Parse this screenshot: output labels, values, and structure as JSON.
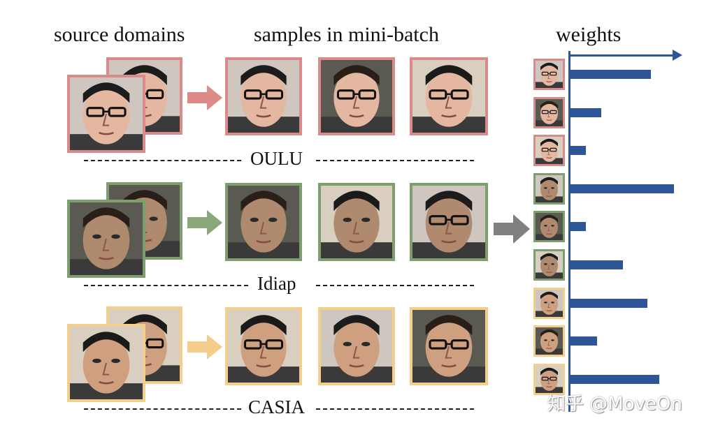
{
  "headers": {
    "source": "source domains",
    "samples": "samples in mini-batch",
    "weights": "weights"
  },
  "domains": [
    {
      "label": "OULU",
      "color": "#d98a8a",
      "arrow_color": "#de8a86",
      "skin": "#e4b7a0"
    },
    {
      "label": "Idiap",
      "color": "#7f9e6e",
      "arrow_color": "#88a878",
      "skin": "#b08a6e"
    },
    {
      "label": "CASIA",
      "color": "#f2cf8c",
      "arrow_color": "#f5cd8b",
      "skin": "#cfa080"
    }
  ],
  "weights_chart": {
    "type": "bar",
    "orientation": "horizontal",
    "bar_color": "#2e5597",
    "thumbnail_borders": [
      "#d98a8a",
      "#d98a8a",
      "#d98a8a",
      "#7f9e6e",
      "#7f9e6e",
      "#7f9e6e",
      "#f2cf8c",
      "#f2cf8c",
      "#f2cf8c"
    ],
    "values": [
      0.78,
      0.3,
      0.15,
      1.0,
      0.15,
      0.51,
      0.74,
      0.26,
      0.86
    ]
  },
  "watermark": "知乎 @MoveOn"
}
